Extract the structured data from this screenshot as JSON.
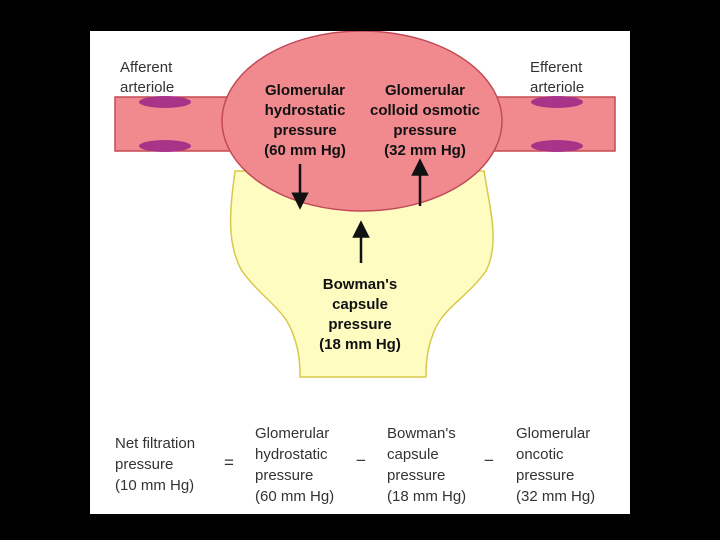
{
  "labels": {
    "afferent": "Afferent\narteriole",
    "efferent": "Efferent\narteriole",
    "hydrostatic": "Glomerular\nhydrostatic\npressure\n(60 mm Hg)",
    "colloid": "Glomerular\ncolloid osmotic\npressure\n(32 mm Hg)",
    "bowman": "Bowman's\ncapsule\npressure\n(18 mm Hg)"
  },
  "equation": {
    "result": "Net filtration\npressure\n(10 mm Hg)",
    "equals": "=",
    "term1": "Glomerular\nhydrostatic\npressure\n(60 mm Hg)",
    "minus1": "−",
    "term2": "Bowman's\ncapsule\npressure\n(18 mm Hg)",
    "minus2": "−",
    "term3": "Glomerular\noncotic\npressure\n(32 mm Hg)"
  },
  "colors": {
    "vessel": "#f08a8f",
    "vessel_stroke": "#c24a56",
    "capsule": "#fffcc2",
    "capsule_stroke": "#d8c94a",
    "muscle": "#a8348a"
  }
}
